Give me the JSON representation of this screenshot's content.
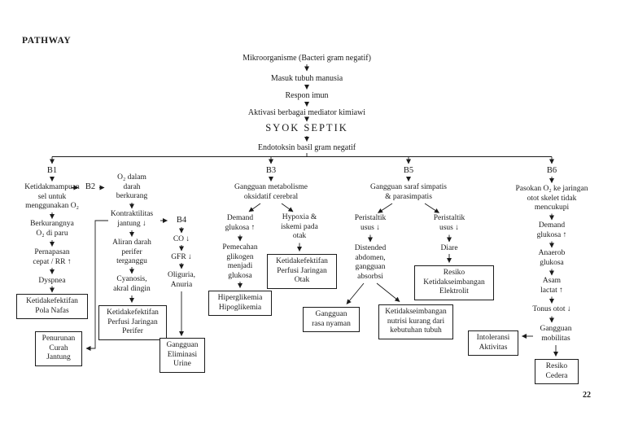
{
  "page": {
    "title": "PATHWAY",
    "page_number": "22"
  },
  "chain": {
    "mikroorganisme": "Mikroorganisme (Bacteri gram negatif)",
    "masuk_tubuh": "Masuk tubuh manusia",
    "respon_imun": "Respon imun",
    "aktivasi": "Aktivasi berbagai mediator kimiawi",
    "syok_septik": "SYOK SEPTIK",
    "endotoksin": "Endotoksin basil gram negatif"
  },
  "branch_labels": {
    "b1": "B1",
    "b2": "B2",
    "b3": "B3",
    "b4": "B4",
    "b5": "B5",
    "b6": "B6"
  },
  "b1": {
    "ketidakmampuan": "Ketidakmampuan\nsel untuk\nmenggunakan O₂",
    "berkurangnya": "Berkurangnya\nO₂ di paru",
    "pernapasan": "Pernapasan\ncepat / RR ↑",
    "dyspnea": "Dyspnea",
    "pola_nafas": "Ketidakefektifan\nPola Nafas",
    "penurunan_curah": "Penurunan\nCurah\nJantung"
  },
  "b2": {
    "o2_dalam": "O₂ dalam\ndarah\nberkurang",
    "kontraktilitas": "Kontraktilitas\njantung ↓",
    "aliran_darah": "Aliran darah\nperifer\nterganggu",
    "cyanosis": "Cyanosis,\nakral dingin",
    "perfusi_perifer": "Ketidakefektifan\nPerfusi Jaringan\nPerifer"
  },
  "b3": {
    "metabolisme": "Gangguan metabolisme\noksidatif cerebral",
    "demand_glukosa": "Demand\nglukosa ↑",
    "pemecahan": "Pemecahan\nglikogen\nmenjadi\nglukosa",
    "hiperglikemia": "Hiperglikemia\nHipoglikemia",
    "hypoxia": "Hypoxia &\niskemi pada\notak",
    "perfusi_otak": "Ketidakefektifan\nPerfusi Jaringan\nOtak",
    "rasa_nyaman": "Gangguan\nrasa nyaman"
  },
  "b4": {
    "co": "CO ↓",
    "gfr": "GFR ↓",
    "oliguria": "Oliguria,\nAnuria",
    "eliminasi_urine": "Gangguan\nEliminasi\nUrine"
  },
  "b5": {
    "saraf": "Gangguan saraf simpatis\n& parasimpatis",
    "peristaltik_kiri": "Peristaltik\nusus ↓",
    "distended": "Distended\nabdomen,\ngangguan\nabsorbsi",
    "peristaltik_kanan": "Peristaltik\nusus ↓",
    "diare": "Diare",
    "elektrolit": "Resiko\nKetidakseimbangan\nElektrolit",
    "nutrisi": "Ketidakseimbangan\nnutrisi kurang dari\nkebutuhan tubuh"
  },
  "b6": {
    "pasokan": "Pasokan O₂ ke jaringan\notot skelet tidak\nmencukupi",
    "demand_glukosa": "Demand\nglukosa ↑",
    "anaerob": "Anaerob\nglukosa",
    "asam_lactat": "Asam\nlactat ↑",
    "tonus": "Tonus otot ↓",
    "mobilitas": "Gangguan\nmobilitas",
    "resiko_cedera": "Resiko\nCedera",
    "intoleransi": "Intoleransi\nAktivitas"
  },
  "colors": {
    "ink": "#1b1b1b",
    "background": "#ffffff"
  }
}
